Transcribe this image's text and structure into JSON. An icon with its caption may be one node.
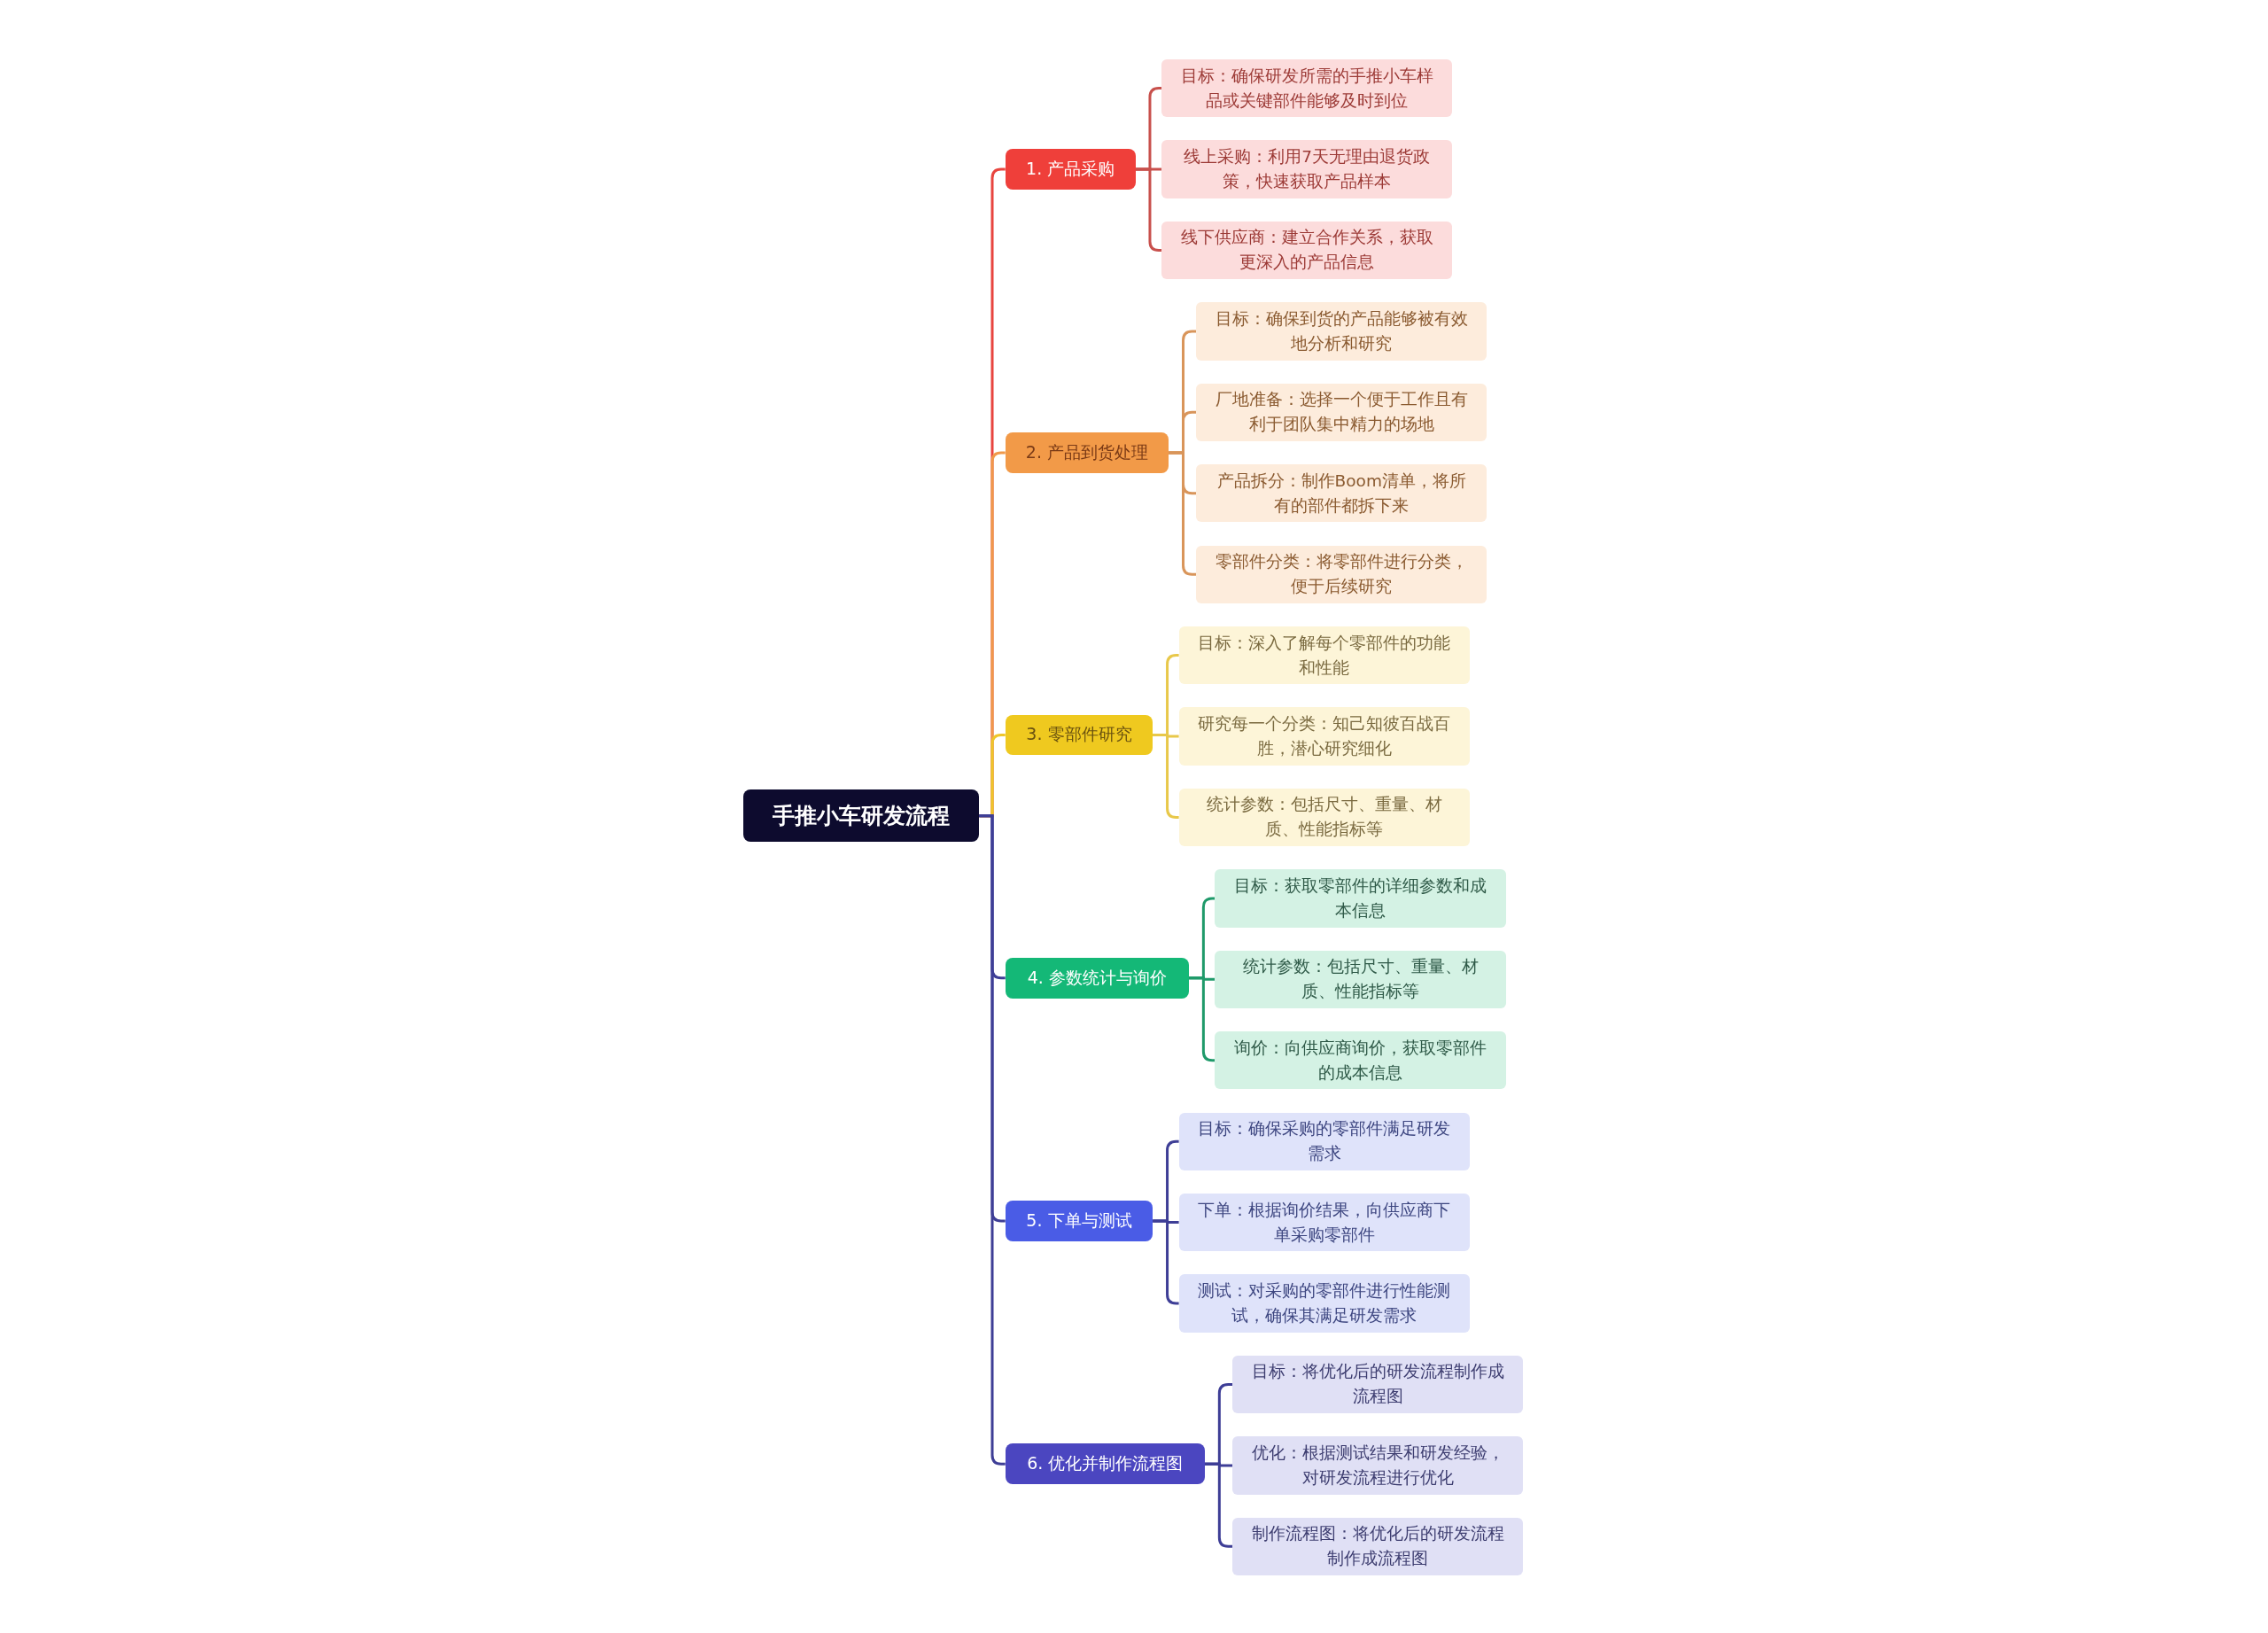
{
  "diagram": {
    "nodes": [
      {
        "text": [
          "手推小车研发流程"
        ]
      },
      {
        "text": [
          "1. 产品采购"
        ]
      },
      {
        "text": [
          "目标：确保研发所需的手推小车样品或关键部件能够及时到位"
        ]
      },
      {
        "text": [
          "线上采购：利用7天无理由退货政策，快速获取产品样本"
        ]
      },
      {
        "text": [
          "线下供应商：建立合作关系，获取更深入的产品信息"
        ]
      },
      {
        "text": [
          "2. 产品到货处理"
        ]
      },
      {
        "text": [
          "目标：确保到货的产品能够被有效地分析和研究"
        ]
      },
      {
        "text": [
          "厂地准备：选择一个便于工作且有利于团队集中精力的场地"
        ]
      },
      {
        "text": [
          "产品拆分：制作Boom清单，将所有的部件都拆下来"
        ]
      },
      {
        "text": [
          "零部件分类：将零部件进行分类，便于后续研究"
        ]
      },
      {
        "text": [
          "3. 零部件研究"
        ]
      },
      {
        "text": [
          "目标：深入了解每个零部件的功能和性能"
        ]
      },
      {
        "text": [
          "研究每一个分类：知己知彼百战百胜，潜心研究细化"
        ]
      },
      {
        "text": [
          "统计参数：包括尺寸、重量、材质、性能指标等"
        ]
      },
      {
        "text": [
          "4. 参数统计与询价"
        ]
      },
      {
        "text": [
          "目标：获取零部件的详细参数和成本信息"
        ]
      },
      {
        "text": [
          "统计参数：包括尺寸、重量、材质、性能指标等"
        ]
      },
      {
        "text": [
          "询价：向供应商询价，获取零部件的成本信息"
        ]
      },
      {
        "text": [
          "5. 下单与测试"
        ]
      },
      {
        "text": [
          "目标：确保采购的零部件满足研发需求"
        ]
      },
      {
        "text": [
          "下单：根据询价结果，向供应商下单采购零部件"
        ]
      },
      {
        "text": [
          "测试：对采购的零部件进行性能测试，确保其满足研发需求"
        ]
      },
      {
        "text": [
          "6. 优化并制作流程图"
        ]
      },
      {
        "text": [
          "目标：将优化后的研发流程制作成流程图"
        ]
      },
      {
        "text": [
          "优化：根据测试结果和研发经验，对研发流程进行优化"
        ]
      },
      {
        "text": [
          "制作流程图：将优化后的研发流程制作成流程图"
        ]
      }
    ],
    "edges": [
      {
        "from": 0,
        "to": 1,
        "arrow": "none",
        "color": "#e8453f"
      },
      {
        "from": 0,
        "to": 5,
        "arrow": "none",
        "color": "#f0994a"
      },
      {
        "from": 0,
        "to": 10,
        "arrow": "none",
        "color": "#eec62a"
      },
      {
        "from": 0,
        "to": 14,
        "arrow": "none"
      },
      {
        "from": 0,
        "to": 18,
        "arrow": "none"
      },
      {
        "from": 0,
        "to": 22,
        "arrow": "none"
      },
      {
        "from": 1,
        "to": 2,
        "arrow": "none",
        "color": "#c8504c"
      },
      {
        "from": 1,
        "to": 3,
        "arrow": "none",
        "color": "#c8504c"
      },
      {
        "from": 1,
        "to": 4,
        "arrow": "none",
        "color": "#c8504c"
      },
      {
        "from": 5,
        "to": 6,
        "arrow": "none",
        "color": "#d9955a"
      },
      {
        "from": 5,
        "to": 7,
        "arrow": "none",
        "color": "#d9955a"
      },
      {
        "from": 5,
        "to": 8,
        "arrow": "none",
        "color": "#d9955a"
      },
      {
        "from": 5,
        "to": 9,
        "arrow": "none",
        "color": "#d9955a"
      },
      {
        "from": 10,
        "to": 11,
        "arrow": "none",
        "color": "#e8c84a"
      },
      {
        "from": 10,
        "to": 12,
        "arrow": "none",
        "color": "#e8c84a"
      },
      {
        "from": 10,
        "to": 13,
        "arrow": "none",
        "color": "#e8c84a"
      },
      {
        "from": 14,
        "to": 15,
        "arrow": "none",
        "color": "#1f9a6a"
      },
      {
        "from": 14,
        "to": 16,
        "arrow": "none",
        "color": "#1f9a6a"
      },
      {
        "from": 14,
        "to": 17,
        "arrow": "none",
        "color": "#1f9a6a"
      },
      {
        "from": 18,
        "to": 19,
        "arrow": "none"
      },
      {
        "from": 18,
        "to": 20,
        "arrow": "none"
      },
      {
        "from": 18,
        "to": 21,
        "arrow": "none"
      },
      {
        "from": 22,
        "to": 23,
        "arrow": "none"
      },
      {
        "from": 22,
        "to": 24,
        "arrow": "none"
      },
      {
        "from": 22,
        "to": 25,
        "arrow": "none"
      }
    ]
  }
}
